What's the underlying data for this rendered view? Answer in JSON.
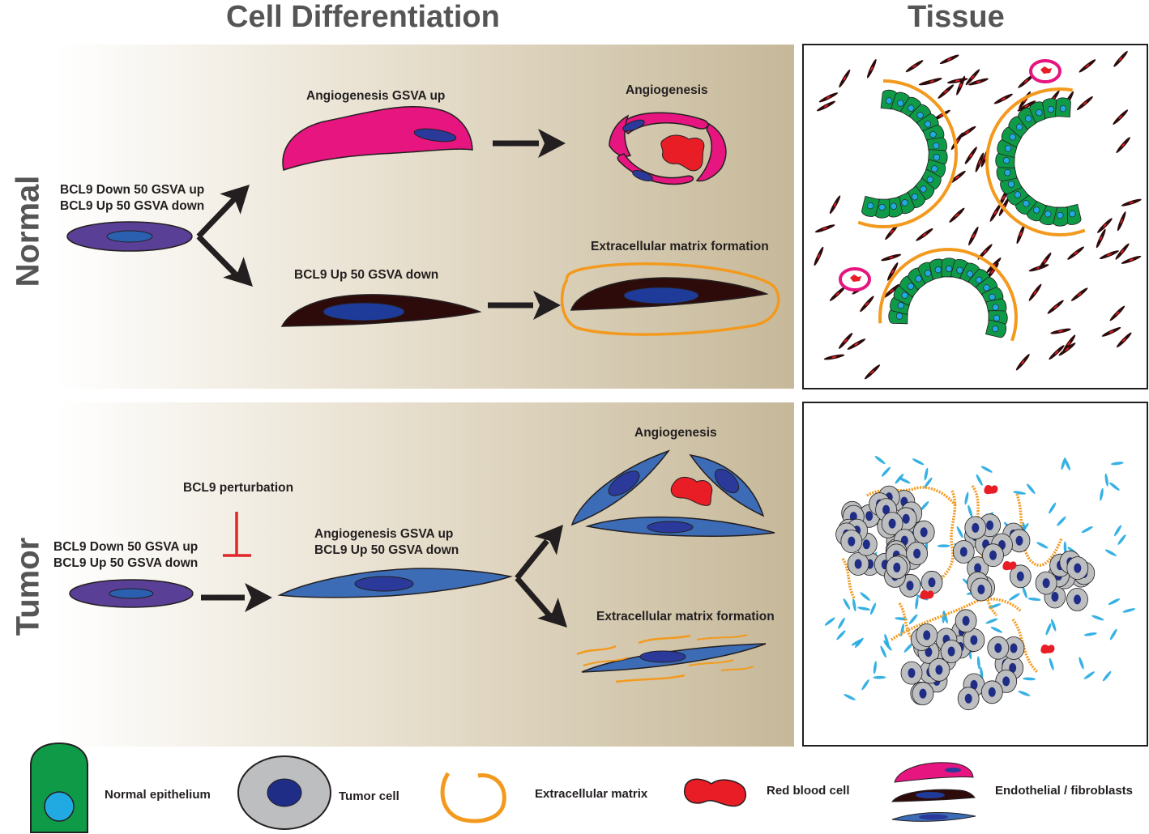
{
  "headers": {
    "cell_differentiation": "Cell Differentiation",
    "tissue": "Tissue"
  },
  "rows": {
    "normal": "Normal",
    "tumor": "Tumor"
  },
  "normal_panel": {
    "start_label_1": "BCL9 Down 50 GSVA up",
    "start_label_2": "BCL9 Up 50 GSVA down",
    "upper_label": "Angiogenesis GSVA up",
    "lower_label": "BCL9 Up 50 GSVA down",
    "angio_label": "Angiogenesis",
    "ecm_label": "Extracellular matrix formation"
  },
  "tumor_panel": {
    "start_label_1": "BCL9 Down 50 GSVA up",
    "start_label_2": "BCL9 Up 50 GSVA down",
    "perturbation_label": "BCL9 perturbation",
    "mid_label_1": "Angiogenesis GSVA up",
    "mid_label_2": "BCL9 Up 50 GSVA down",
    "angio_label": "Angiogenesis",
    "ecm_label": "Extracellular matrix formation"
  },
  "legend": {
    "normal_epithelium": "Normal epithelium",
    "tumor_cell": "Tumor cell",
    "extracellular_matrix": "Extracellular matrix",
    "red_blood_cell": "Red blood cell",
    "endothelial_fibroblasts": "Endothelial / fibroblasts"
  },
  "colors": {
    "header_gray": "#555555",
    "panel_gradient_start": "#ffffff",
    "panel_gradient_end": "#c6b899",
    "purple_cell": "#5a3f96",
    "nucleus_blue": "#2b3a9a",
    "pink_cell": "#e6157f",
    "dark_cell": "#2e0b0b",
    "blue_cell": "#3c6cb6",
    "ecm_orange": "#f39a1e",
    "red_blood": "#e81d25",
    "epithelium_green": "#0f9a48",
    "epithelium_nucleus": "#21a9e1",
    "tumor_gray": "#bcbec0",
    "tumor_nucleus": "#1f2d86",
    "inhibitor_red": "#e0272b",
    "arrow": "#231f20"
  }
}
